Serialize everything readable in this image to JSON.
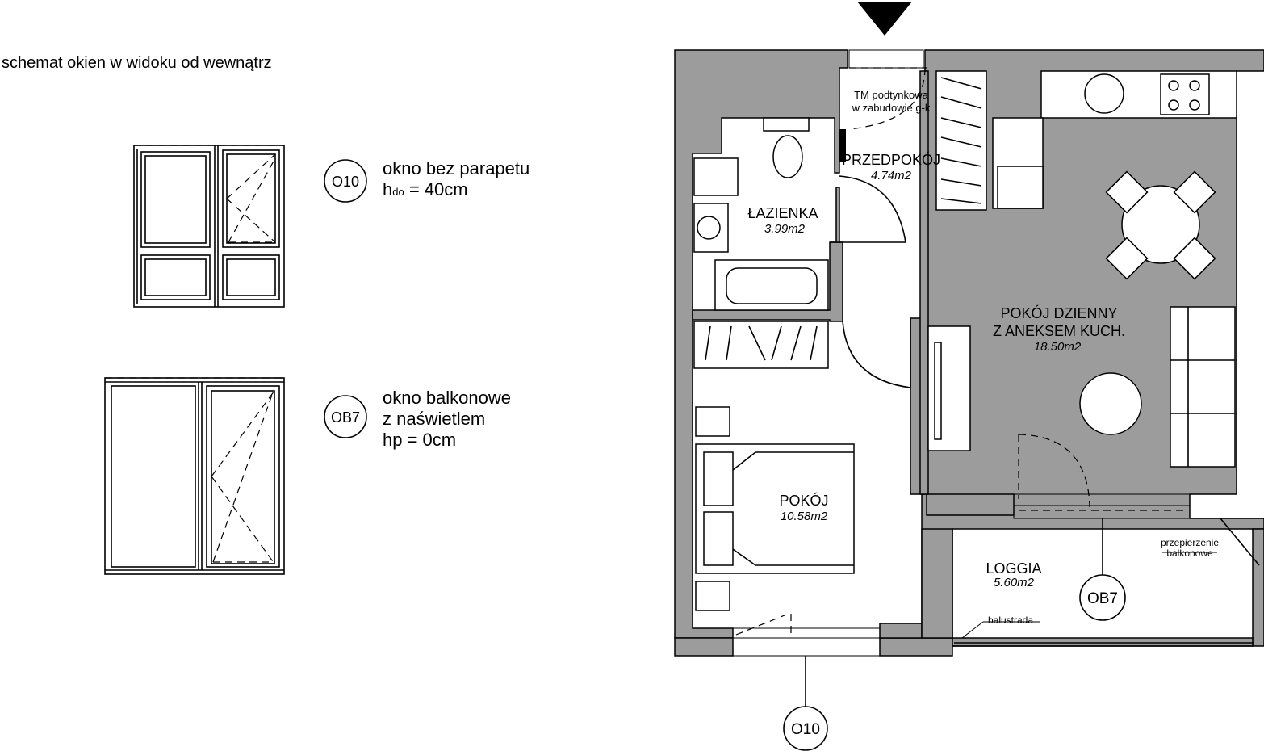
{
  "legend": {
    "heading": "schemat okien w widoku od wewnątrz",
    "o10": {
      "code": "O10",
      "line1": "okno bez parapetu",
      "line2_prefix": "h",
      "line2_sub": "do",
      "line2_suffix": " = 40cm"
    },
    "ob7": {
      "code": "OB7",
      "line1": "okno balkonowe",
      "line2": "z naświetlem",
      "line3": "hp = 0cm"
    }
  },
  "plan": {
    "rooms": {
      "lazienka": {
        "name": "ŁAZIENKA",
        "area": "3.99m2"
      },
      "przedpokoj": {
        "name": "PRZEDPOKÓJ",
        "area": "4.74m2"
      },
      "pokoj_dzienny": {
        "name1": "POKÓJ DZIENNY",
        "name2": "Z ANEKSEM KUCH.",
        "area": "18.50m2"
      },
      "pokoj": {
        "name": "POKÓJ",
        "area": "10.58m2"
      },
      "loggia": {
        "name": "LOGGIA",
        "area": "5.60m2"
      }
    },
    "annotations": {
      "tm1": "TM podtynkowa",
      "tm2": "w zabudowie g-k",
      "partition1": "przepierzenie",
      "partition2": "balkonowe",
      "balustrade": "balustrada"
    },
    "tags": {
      "window_bottom": "O10",
      "window_loggia": "OB7"
    }
  },
  "colors": {
    "wall": "#9c9c9c",
    "line": "#000000",
    "background": "#ffffff"
  }
}
